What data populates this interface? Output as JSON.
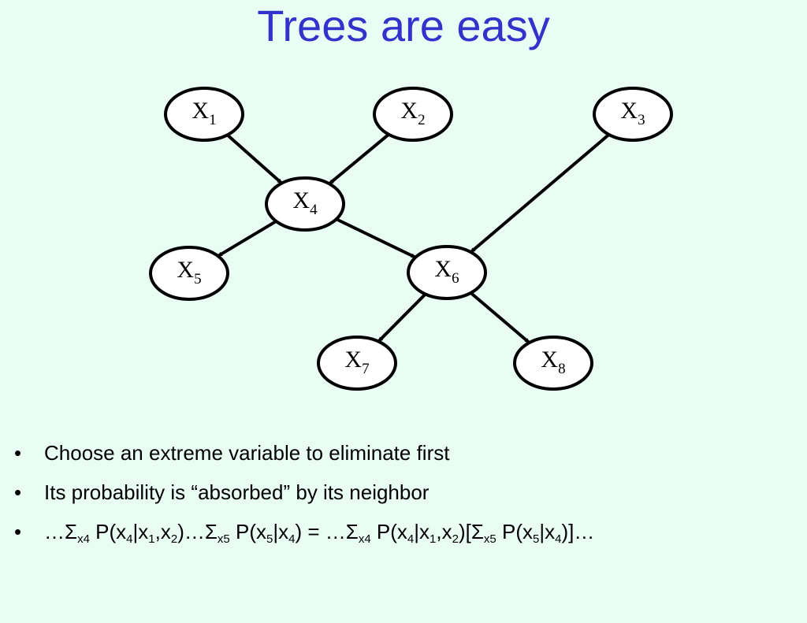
{
  "slide": {
    "title": "Trees are easy"
  },
  "diagram": {
    "nodes": [
      {
        "id": "x1",
        "letter": "X",
        "sub": "1"
      },
      {
        "id": "x2",
        "letter": "X",
        "sub": "2"
      },
      {
        "id": "x3",
        "letter": "X",
        "sub": "3"
      },
      {
        "id": "x4",
        "letter": "X",
        "sub": "4"
      },
      {
        "id": "x5",
        "letter": "X",
        "sub": "5"
      },
      {
        "id": "x6",
        "letter": "X",
        "sub": "6"
      },
      {
        "id": "x7",
        "letter": "X",
        "sub": "7"
      },
      {
        "id": "x8",
        "letter": "X",
        "sub": "8"
      }
    ],
    "edges": [
      {
        "from": "x1",
        "to": "x4"
      },
      {
        "from": "x2",
        "to": "x4"
      },
      {
        "from": "x3",
        "to": "x6"
      },
      {
        "from": "x4",
        "to": "x5"
      },
      {
        "from": "x4",
        "to": "x6"
      },
      {
        "from": "x6",
        "to": "x7"
      },
      {
        "from": "x6",
        "to": "x8"
      }
    ]
  },
  "bullets": {
    "marker": "•",
    "b1": "Choose an extreme variable to eliminate first",
    "b2": "Its probability is “absorbed” by its neighbor",
    "b3": {
      "t1": "…Σ",
      "s1": "x4",
      "t2": " P(x",
      "s2": "4",
      "t3": "|x",
      "s3": "1",
      "t4": ",x",
      "s4": "2",
      "t5": ")…Σ",
      "s5": "x5",
      "t6": " P(x",
      "s6": "5",
      "t7": "|x",
      "s7": "4",
      "t8": ") = …Σ",
      "s8": "x4",
      "t9": " P(x",
      "s9": "4",
      "t10": "|x",
      "s10": "1",
      "t11": ",x",
      "s11": "2",
      "t12": ")[Σ",
      "s12": "x5",
      "t13": " P(x",
      "s13": "5",
      "t14": "|x",
      "s14": "4",
      "t15": ")]…"
    }
  }
}
